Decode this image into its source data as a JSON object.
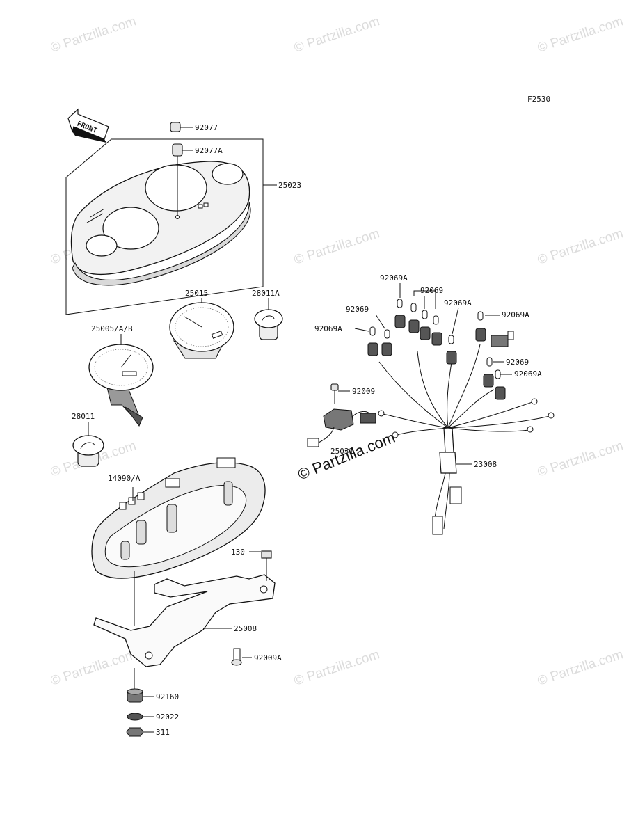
{
  "diagram": {
    "code": "F2530",
    "front_arrow_label": "FRONT",
    "watermark_text": "© Partzilla.com",
    "center_watermark_text": "© Partzilla.com",
    "callouts": [
      {
        "id": "92077",
        "text": "92077"
      },
      {
        "id": "92077a",
        "text": "92077A"
      },
      {
        "id": "25023",
        "text": "25023"
      },
      {
        "id": "25015",
        "text": "25015"
      },
      {
        "id": "28011a",
        "text": "28011A"
      },
      {
        "id": "25005",
        "text": "25005/A/B"
      },
      {
        "id": "28011",
        "text": "28011"
      },
      {
        "id": "14090",
        "text": "14090/A"
      },
      {
        "id": "130",
        "text": "130"
      },
      {
        "id": "25008",
        "text": "25008"
      },
      {
        "id": "92009a",
        "text": "92009A"
      },
      {
        "id": "92160",
        "text": "92160"
      },
      {
        "id": "92022",
        "text": "92022"
      },
      {
        "id": "311",
        "text": "311"
      },
      {
        "id": "92069a-1",
        "text": "92069A"
      },
      {
        "id": "92069-1",
        "text": "92069"
      },
      {
        "id": "92069-2",
        "text": "92069"
      },
      {
        "id": "92069a-2",
        "text": "92069A"
      },
      {
        "id": "92069a-3",
        "text": "92069A"
      },
      {
        "id": "92069a-4",
        "text": "92069A"
      },
      {
        "id": "92069-3",
        "text": "92069"
      },
      {
        "id": "92069a-5",
        "text": "92069A"
      },
      {
        "id": "92009",
        "text": "92009"
      },
      {
        "id": "25031",
        "text": "25031"
      },
      {
        "id": "23008",
        "text": "23008"
      }
    ]
  }
}
